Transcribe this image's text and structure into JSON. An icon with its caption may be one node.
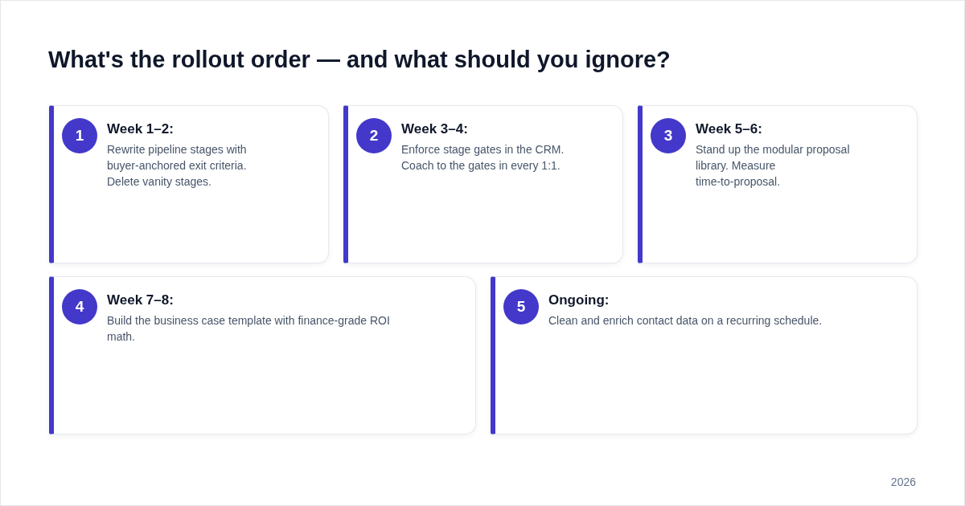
{
  "diagram": {
    "title": "What's the rollout order — and what should you ignore?",
    "nodes": [
      {
        "text": [
          "Week 1–2:",
          "Rewrite pipeline stages with buyer-anchored exit criteria. Delete vanity stages."
        ]
      },
      {
        "text": [
          "1"
        ],
        "in": 0
      },
      {
        "text": [
          "Week 3–4:",
          "Enforce stage gates in the CRM. Coach to the gates in every 1:1."
        ]
      },
      {
        "text": [
          "2"
        ],
        "in": 2
      },
      {
        "text": [
          "Week 5–6:",
          "Stand up the modular proposal library. Measure time-to-proposal."
        ]
      },
      {
        "text": [
          "3"
        ],
        "in": 4
      },
      {
        "text": [
          "Week 7–8:",
          "Build the business case template with finance-grade ROI math."
        ]
      },
      {
        "text": [
          "4"
        ],
        "in": 6
      },
      {
        "text": [
          "Ongoing:",
          "Clean and enrich contact data on a recurring schedule."
        ]
      },
      {
        "text": [
          "5"
        ],
        "in": 8
      }
    ],
    "labels": [
      "2026"
    ]
  }
}
